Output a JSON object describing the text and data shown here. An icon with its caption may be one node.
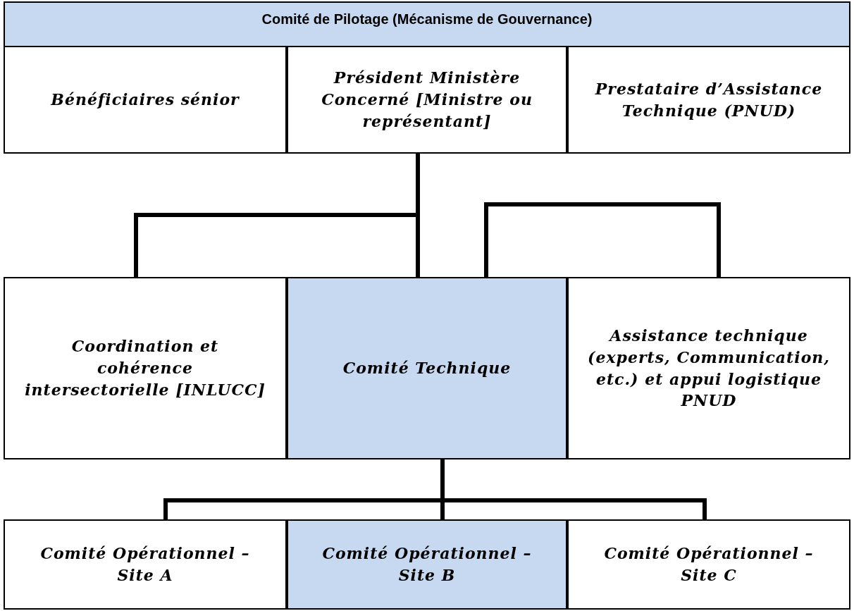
{
  "diagram": {
    "nodes": [
      {
        "text": [
          "Comité de Pilotage (Mécanisme de Gouvernance)"
        ]
      },
      {
        "text": [
          "Bénéficiaires sénior"
        ],
        "in": 0
      },
      {
        "text": [
          "Président Ministère Concerné [Ministre ou représentant]"
        ],
        "in": 0
      },
      {
        "text": [
          "Prestataire d’Assistance Technique (PNUD)"
        ],
        "in": 0
      },
      {
        "text": [
          "Coordination et cohérence intersectorielle [INLUCC]"
        ]
      },
      {
        "text": [
          "Comité Technique"
        ]
      },
      {
        "text": [
          "Assistance technique (experts, Communication, etc.) et appui logistique PNUD"
        ]
      },
      {
        "text": [
          "Comité Opérationnel – Site A"
        ]
      },
      {
        "text": [
          "Comité Opérationnel – Site B"
        ]
      },
      {
        "text": [
          "Comité Opérationnel – Site C"
        ]
      }
    ],
    "edges": [
      {
        "from": 2,
        "to": 4,
        "arrow": "none"
      },
      {
        "from": 2,
        "to": 5,
        "arrow": "none"
      },
      {
        "from": 5,
        "to": 6,
        "arrow": "none"
      },
      {
        "from": 5,
        "to": 7,
        "arrow": "none"
      },
      {
        "from": 5,
        "to": 8,
        "arrow": "none"
      },
      {
        "from": 5,
        "to": 9,
        "arrow": "none"
      }
    ]
  }
}
